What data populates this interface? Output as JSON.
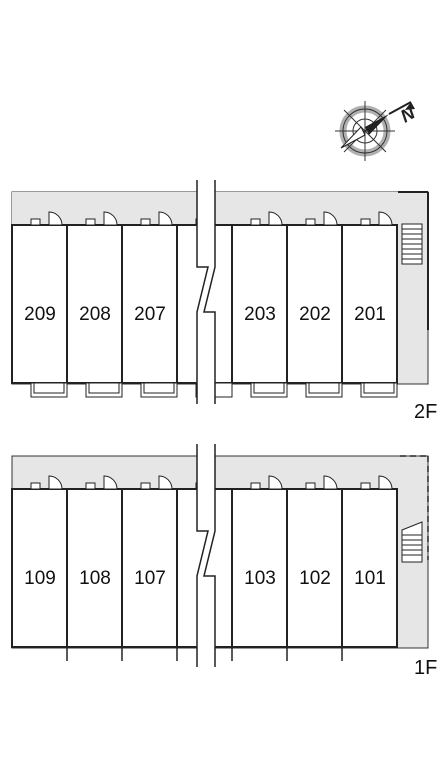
{
  "compass": {
    "icon": "compass-north-icon",
    "north_label": "N"
  },
  "floors": [
    {
      "id": "2F",
      "label": "2F",
      "units": [
        "209",
        "208",
        "207",
        "203",
        "202",
        "201"
      ]
    },
    {
      "id": "1F",
      "label": "1F",
      "units": [
        "109",
        "108",
        "107",
        "103",
        "102",
        "101"
      ]
    }
  ],
  "colors": {
    "corridor": "#e6e6e6",
    "line": "#222222",
    "background": "#ffffff"
  }
}
